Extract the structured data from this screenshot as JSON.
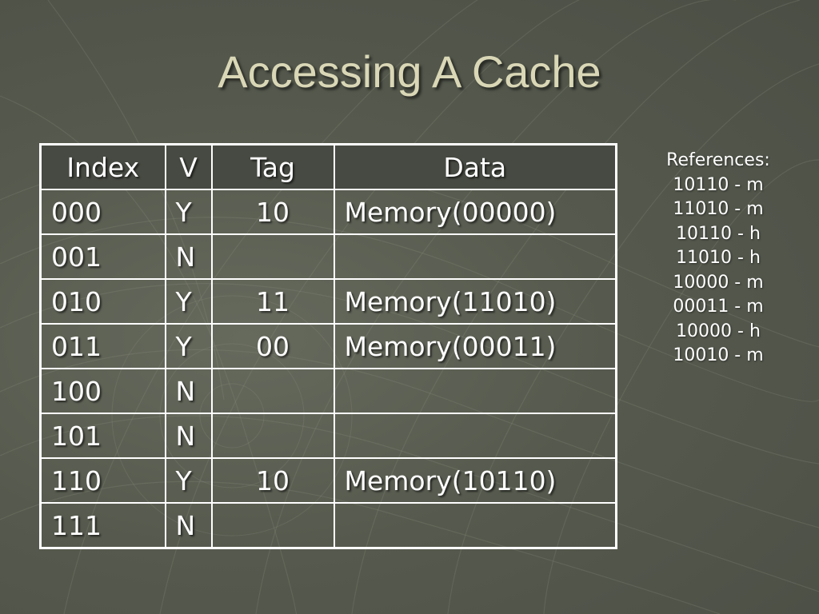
{
  "slide": {
    "title": "Accessing A Cache"
  },
  "table": {
    "headers": [
      "Index",
      "V",
      "Tag",
      "Data"
    ],
    "rows": [
      {
        "index": "000",
        "v": "Y",
        "tag": "10",
        "data": "Memory(00000)"
      },
      {
        "index": "001",
        "v": "N",
        "tag": "",
        "data": ""
      },
      {
        "index": "010",
        "v": "Y",
        "tag": "11",
        "data": "Memory(11010)"
      },
      {
        "index": "011",
        "v": "Y",
        "tag": "00",
        "data": "Memory(00011)"
      },
      {
        "index": "100",
        "v": "N",
        "tag": "",
        "data": ""
      },
      {
        "index": "101",
        "v": "N",
        "tag": "",
        "data": ""
      },
      {
        "index": "110",
        "v": "Y",
        "tag": "10",
        "data": "Memory(10110)"
      },
      {
        "index": "111",
        "v": "N",
        "tag": "",
        "data": ""
      }
    ]
  },
  "references": {
    "heading": "References:",
    "items": [
      "10110 - m",
      "11010 - m",
      "10110 - h",
      "11010 - h",
      "10000 - m",
      "00011 - m",
      "10000 - h",
      "10010 - m"
    ]
  },
  "colors": {
    "title": "#d9d7b6",
    "background": "#565a4e",
    "header_fill": "#474a42",
    "text": "#ffffff"
  }
}
